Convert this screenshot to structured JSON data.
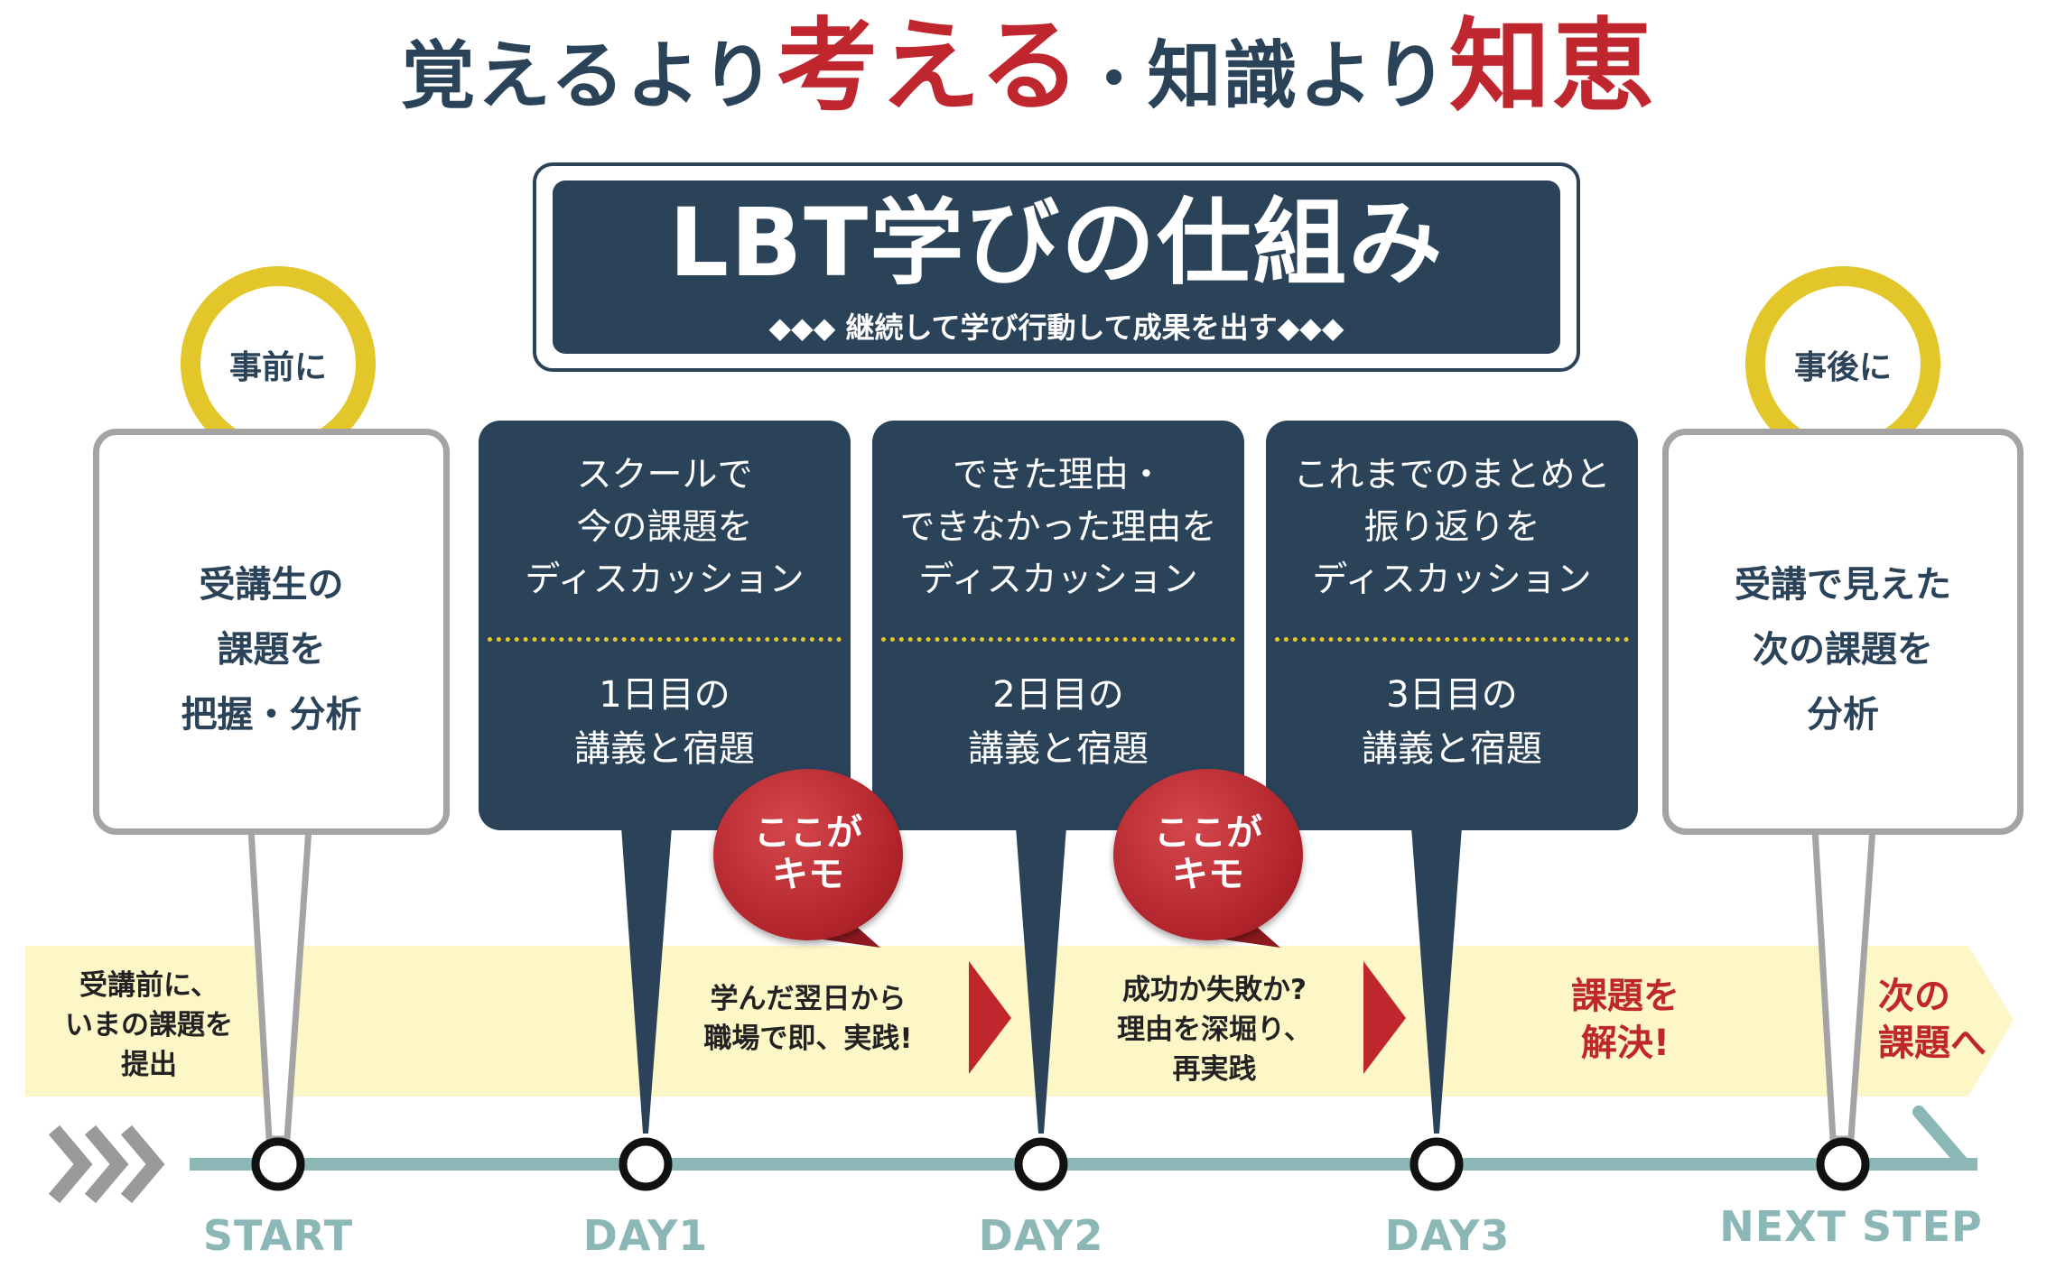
{
  "headline": {
    "part1": "覚えるより",
    "part2": "考える",
    "sep": "・",
    "part3": "知識より",
    "part4": "知恵"
  },
  "title": {
    "main": "LBT学びの仕組み",
    "sub": "◆◆◆ 継続して学び行動して成果を出す◆◆◆"
  },
  "before": {
    "pin_label": "事前に",
    "lines": [
      "受講生の",
      "課題を",
      "把握・分析"
    ]
  },
  "after": {
    "pin_label": "事後に",
    "lines": [
      "受講で見えた",
      "次の課題を",
      "分析"
    ]
  },
  "days": [
    {
      "top": [
        "スクールで",
        "今の課題を",
        "ディスカッション"
      ],
      "bottom": [
        "1日目の",
        "講義と宿題"
      ]
    },
    {
      "top": [
        "できた理由・",
        "できなかった理由を",
        "ディスカッション"
      ],
      "bottom": [
        "2日目の",
        "講義と宿題"
      ]
    },
    {
      "top": [
        "これまでのまとめと",
        "振り返りを",
        "ディスカッション"
      ],
      "bottom": [
        "3日目の",
        "講義と宿題"
      ]
    }
  ],
  "badges": [
    {
      "lines": [
        "ここが",
        "キモ"
      ]
    },
    {
      "lines": [
        "ここが",
        "キモ"
      ]
    }
  ],
  "band": {
    "pre": [
      "受講前に、",
      "いまの課題を",
      "提出"
    ],
    "after_day1": [
      "学んだ翌日から",
      "職場で即、実践!"
    ],
    "after_day2": [
      "成功か失敗か?",
      "理由を深堀り、",
      "再実践"
    ],
    "solve": [
      "課題を",
      "解決!"
    ],
    "next": [
      "次の",
      "課題へ"
    ]
  },
  "timeline": {
    "labels": [
      "START",
      "DAY1",
      "DAY2",
      "DAY3",
      "NEXT STEP"
    ]
  },
  "colors": {
    "navy": "#2b4359",
    "red": "#c0262e",
    "yellow": "#e9c531",
    "band": "#fdf7c8",
    "teal": "#8bb7b7",
    "gray": "#a4a4a4"
  }
}
